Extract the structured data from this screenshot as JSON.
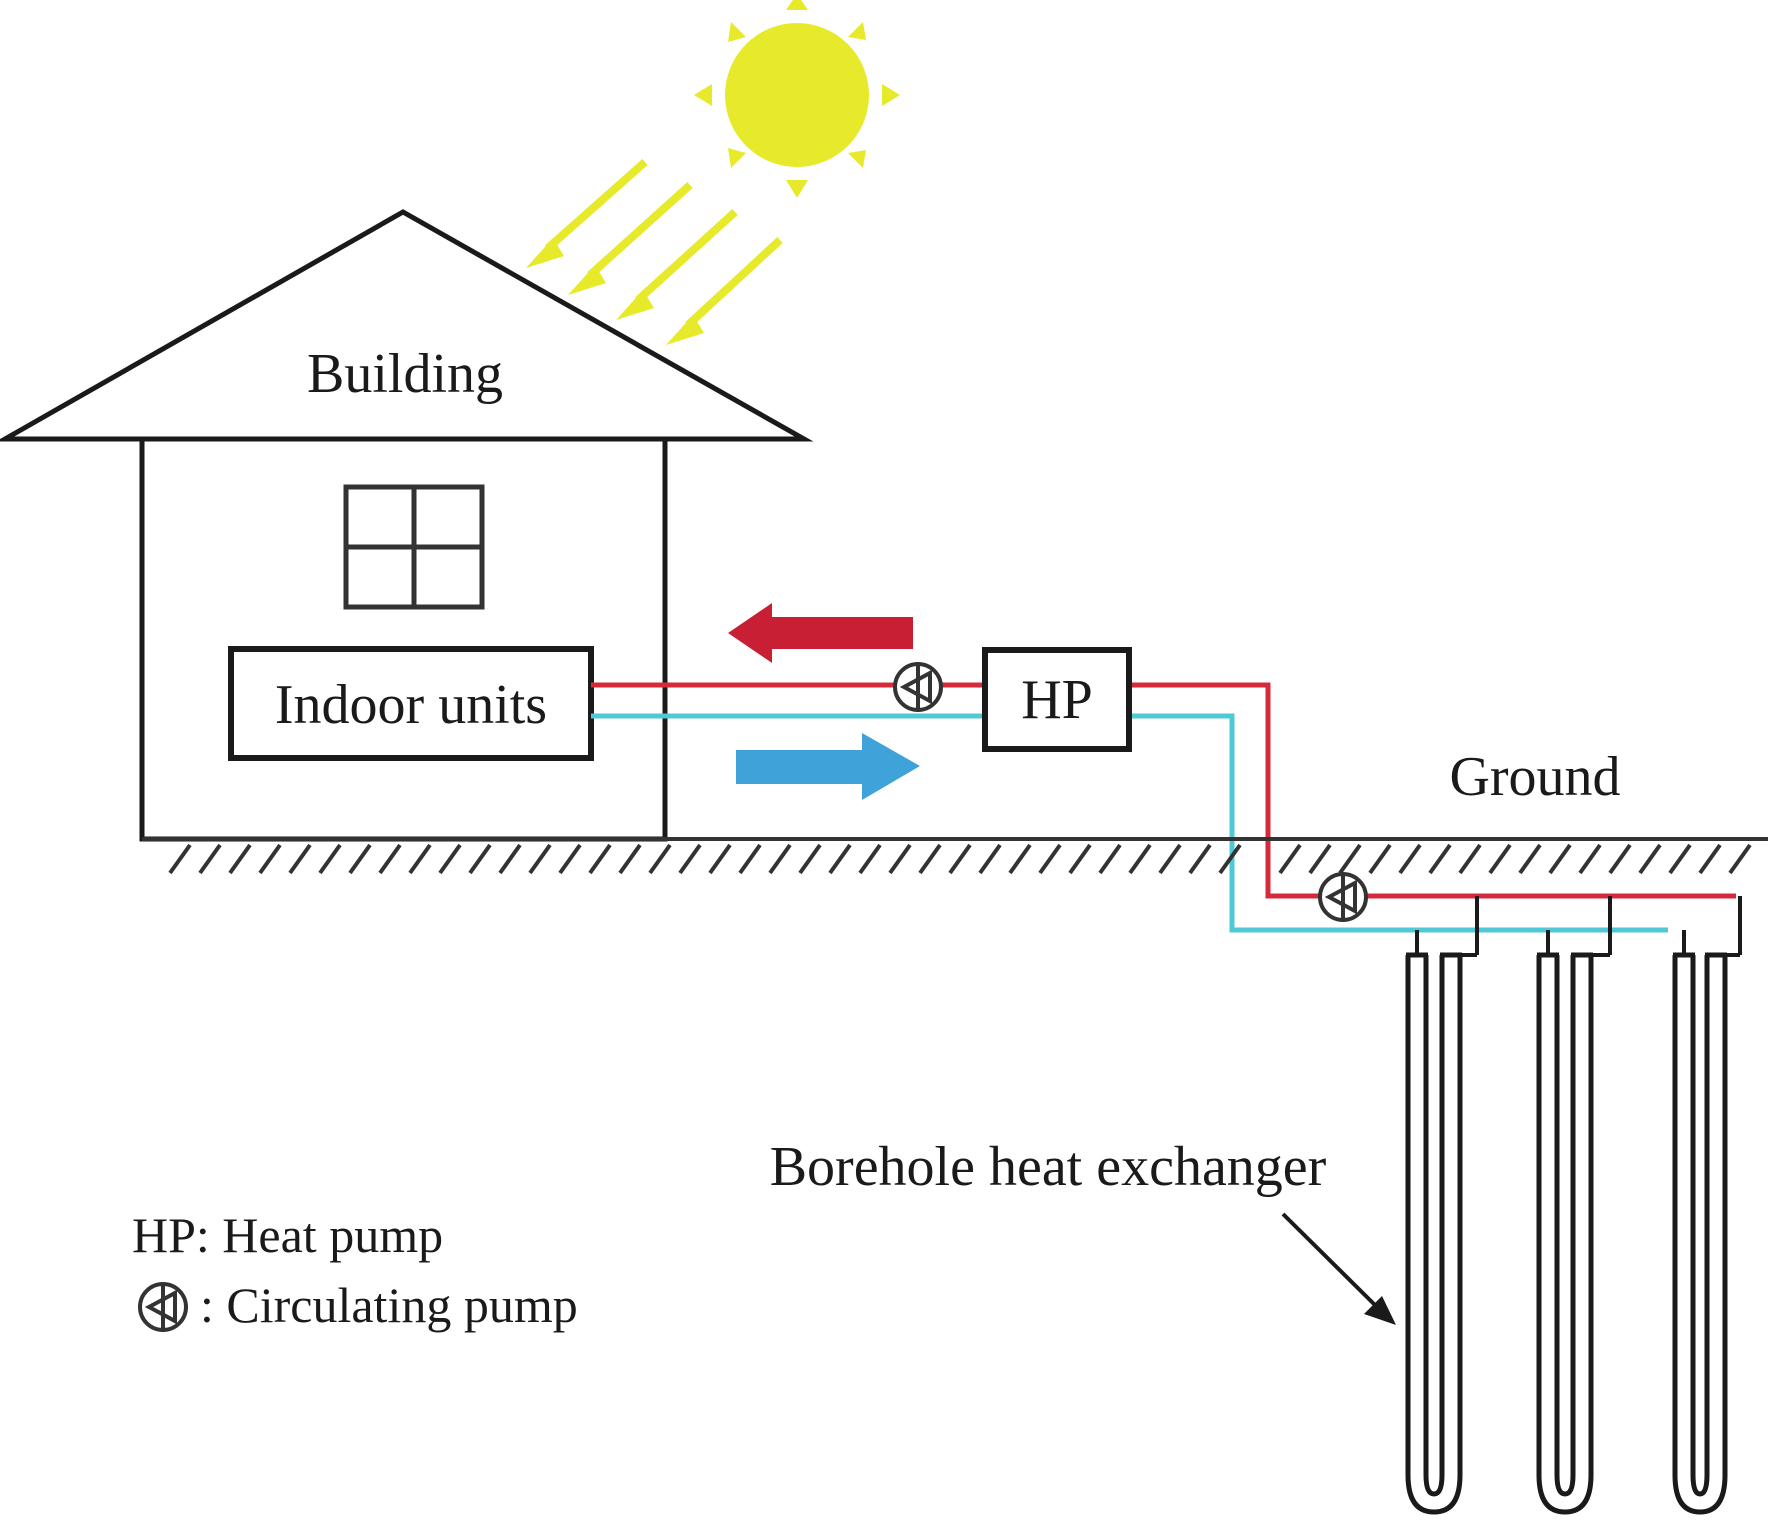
{
  "labels": {
    "building": "Building",
    "indoor_units": "Indoor units",
    "hp": "HP",
    "ground": "Ground",
    "borehole": "Borehole heat exchanger",
    "legend_hp": "HP: Heat pump",
    "legend_pump": ": Circulating pump"
  },
  "colors": {
    "sun": "#e6ea2a",
    "hot_pipe": "#d42a3c",
    "cold_pipe": "#4fc9d6",
    "hot_arrow": "#c91f35",
    "cold_arrow": "#3fa3da",
    "outline": "#1a1a1a"
  }
}
